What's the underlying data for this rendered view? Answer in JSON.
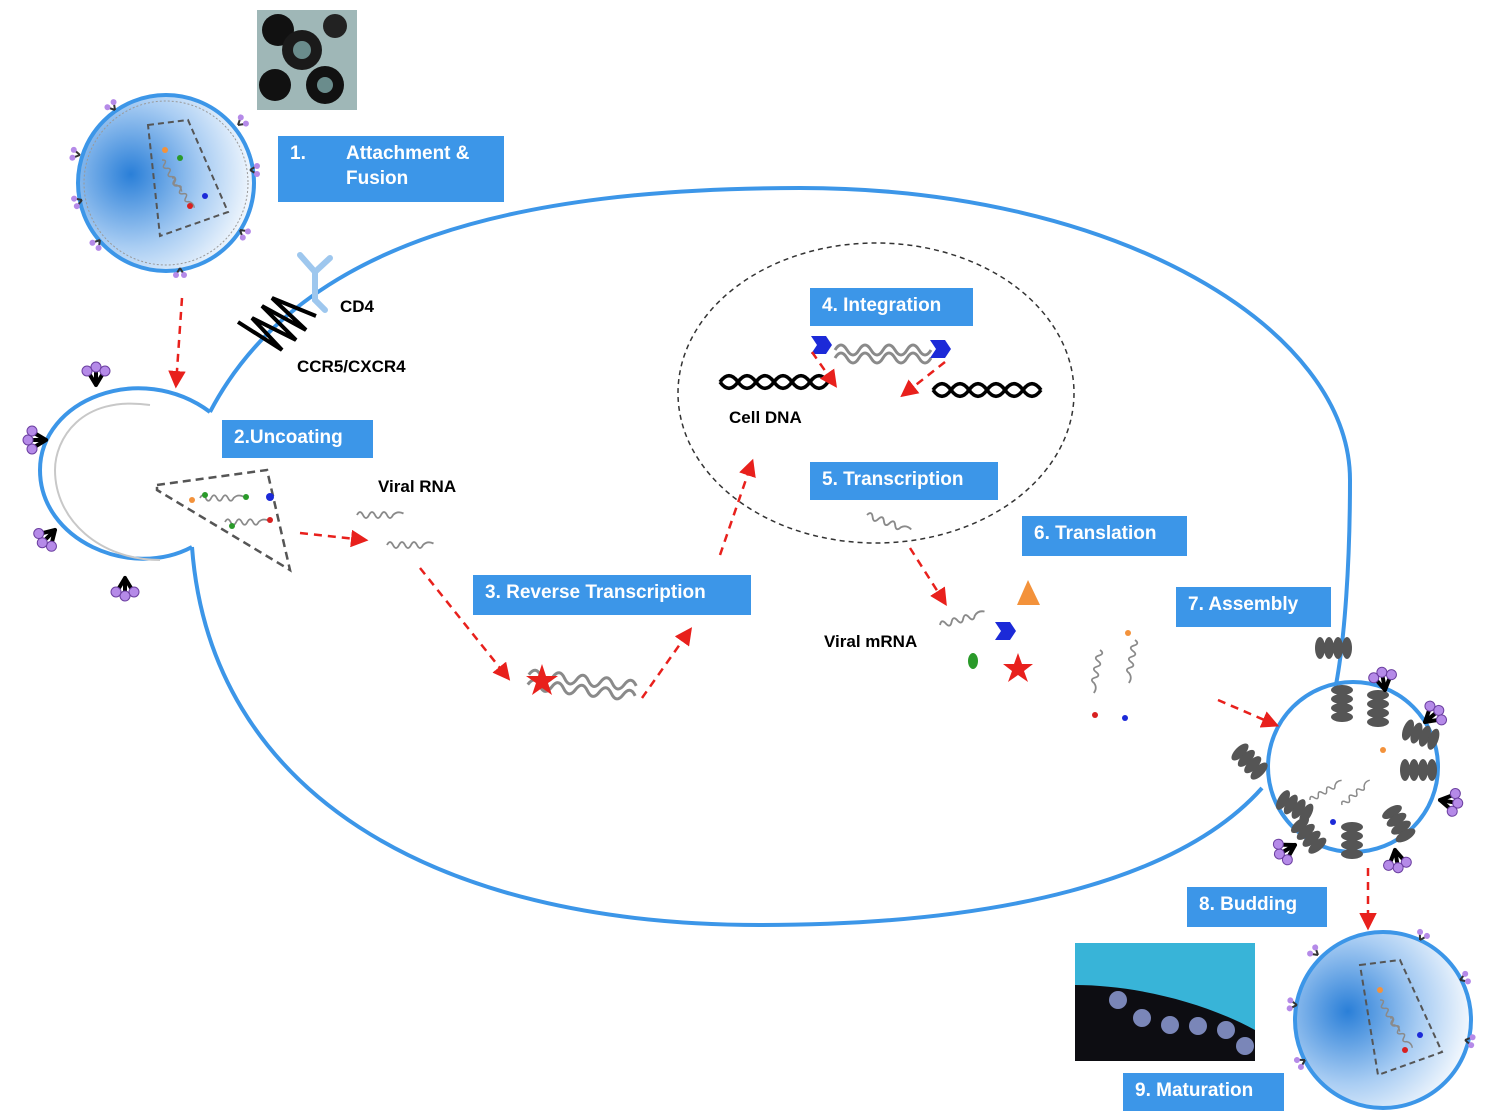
{
  "steps": {
    "s1_num": "1.",
    "s1_line1": "Attachment &",
    "s1_line2": "Fusion",
    "s2": "2.Uncoating",
    "s3": "3. Reverse Transcription",
    "s4": "4. Integration",
    "s5": "5. Transcription",
    "s6": "6. Translation",
    "s7": "7. Assembly",
    "s8": "8. Budding",
    "s9": "9. Maturation"
  },
  "labels": {
    "cd4": "CD4",
    "ccr5": "CCR5/CXCR4",
    "viral_rna": "Viral RNA",
    "cell_dna": "Cell DNA",
    "viral_mrna": "Viral mRNA"
  },
  "colors": {
    "membrane": "#3c96e8",
    "label_bg": "#3c96e8",
    "arrow": "#e8201c",
    "rna": "#8a8a8a"
  }
}
